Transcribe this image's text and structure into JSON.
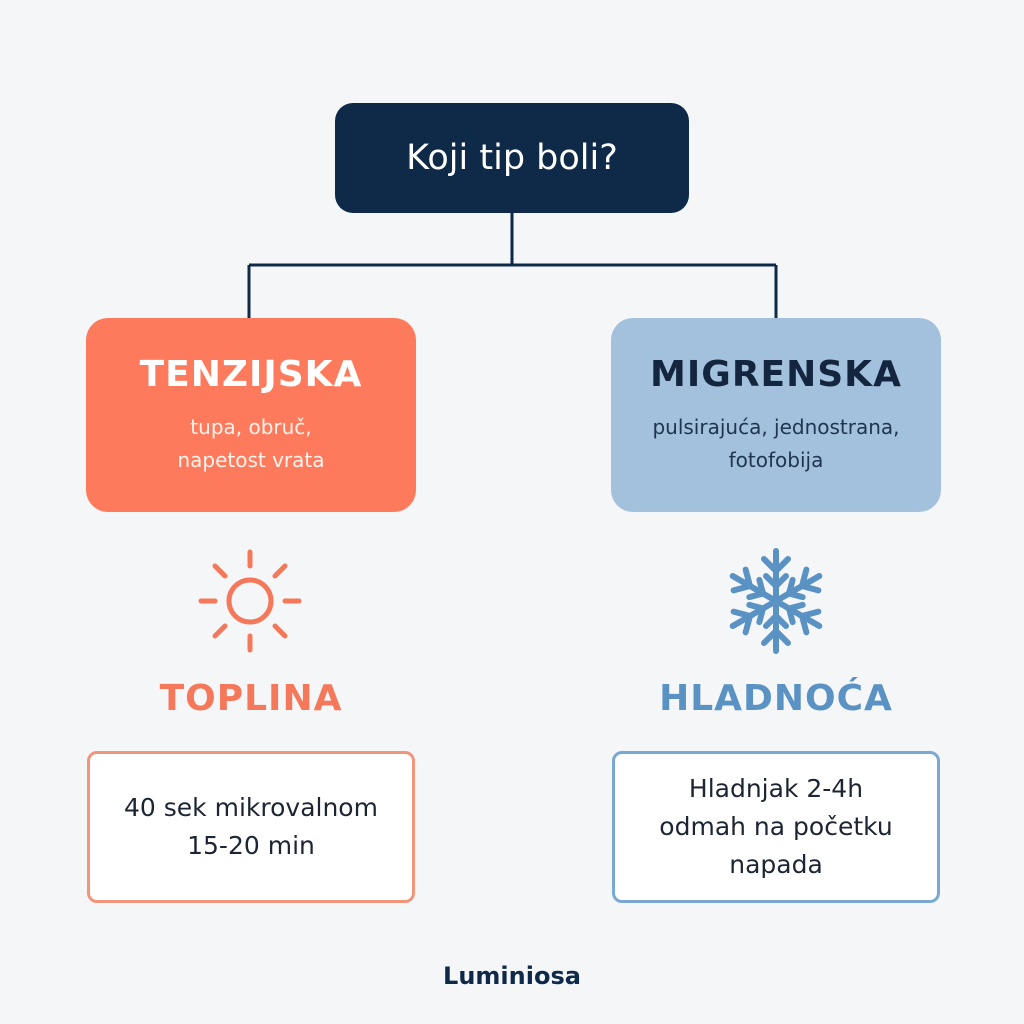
{
  "question": "Koji tip boli?",
  "branches": [
    {
      "title": "TENZIJSKA",
      "description": [
        "tupa, obruč,",
        "napetost vrata"
      ],
      "icon": "sun-icon",
      "method": "TOPLINA",
      "instruction": [
        "40 sek mikrovalnom",
        "15-20 min"
      ],
      "color": "#fd7b5c"
    },
    {
      "title": "MIGRENSKA",
      "description": [
        "pulsirajuća, jednostrana,",
        "fotofobija"
      ],
      "icon": "snowflake-icon",
      "method": "HLADNOĆA",
      "instruction": [
        "Hladnjak 2-4h",
        "odmah na početku",
        "napada"
      ],
      "color": "#a3c1dc"
    }
  ],
  "brand": "Luminiosa",
  "colors": {
    "background": "#f4f6f8",
    "root": "#0f2a48",
    "warm": "#f47859",
    "cool": "#5a92c4"
  }
}
